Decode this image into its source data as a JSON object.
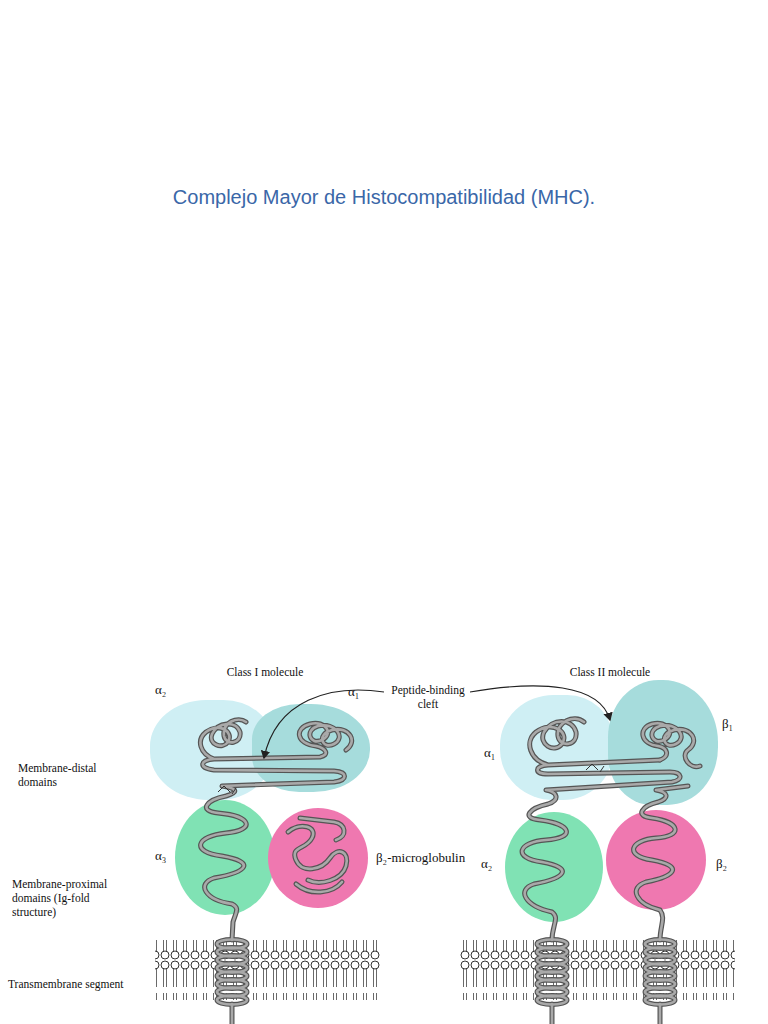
{
  "diagram": {
    "title": "Complejo Mayor de Histocompatibilidad (MHC).",
    "nodes": [
      {
        "text": [
          "α₂"
        ]
      },
      {
        "text": [
          "α₁"
        ]
      },
      {
        "text": [
          "α₃"
        ]
      },
      {
        "text": [
          "β₂-microglobulin"
        ]
      },
      {
        "text": [
          "α₁"
        ]
      },
      {
        "text": [
          "β₁"
        ]
      },
      {
        "text": [
          "α₂"
        ]
      },
      {
        "text": [
          "β₂"
        ]
      }
    ],
    "labels": [
      "Class I molecule",
      "Class II molecule",
      "Peptide-binding cleft",
      "Membrane-distal domains",
      "Membrane-proximal domains (Ig-fold structure)",
      "Transmembrane segment"
    ]
  }
}
